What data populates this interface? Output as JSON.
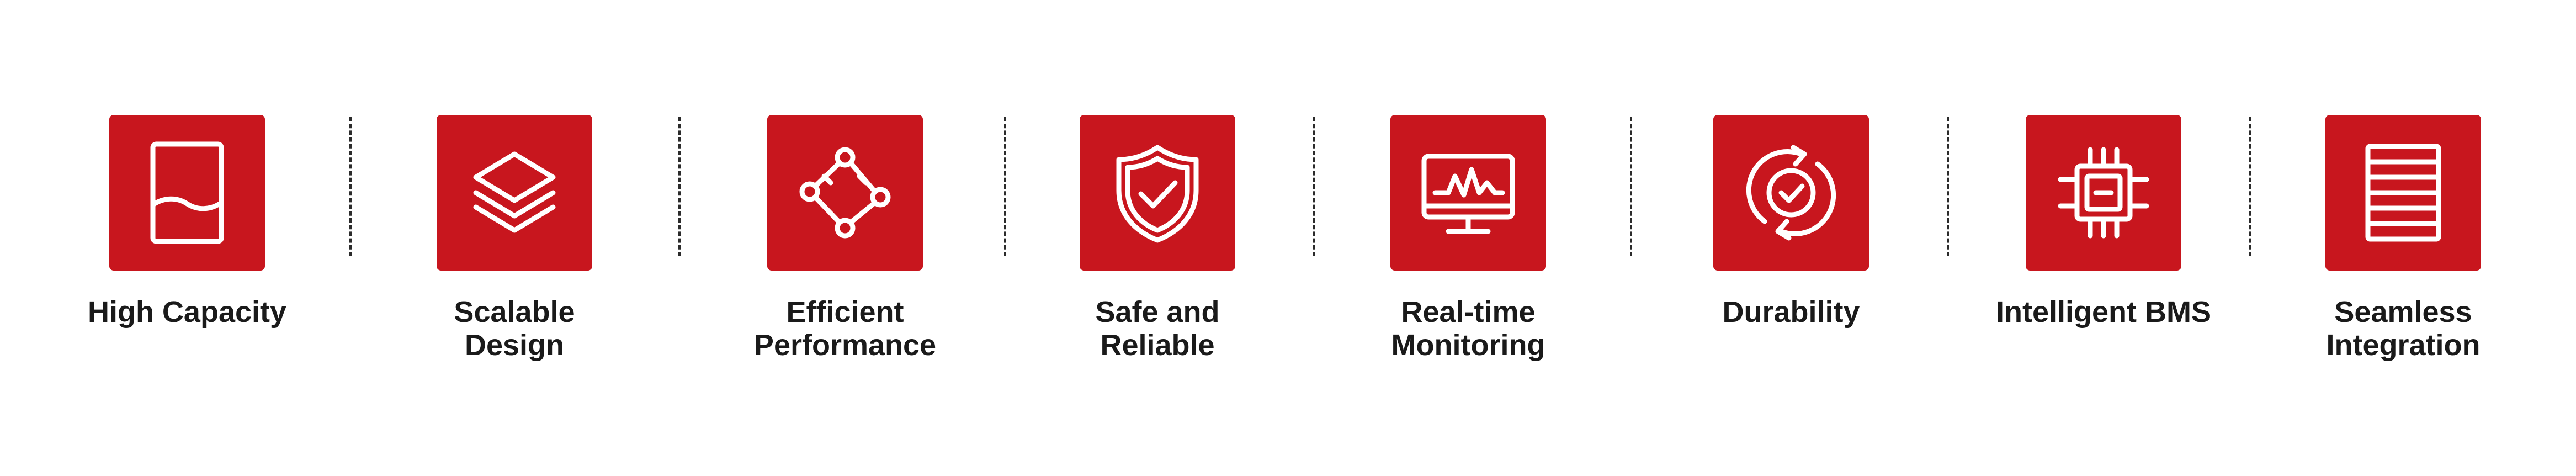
{
  "colors": {
    "accent": "#c8161e",
    "icon_stroke": "#ffffff",
    "label_text": "#1a1a1a",
    "divider": "#2b2b2b"
  },
  "features": [
    {
      "label": "High Capacity",
      "icon": "battery-capacity-icon"
    },
    {
      "label": "Scalable\nDesign",
      "icon": "stacked-layers-icon"
    },
    {
      "label": "Efficient\nPerformance",
      "icon": "node-network-icon"
    },
    {
      "label": "Safe and\nReliable",
      "icon": "shield-check-icon"
    },
    {
      "label": "Real-time\nMonitoring",
      "icon": "monitor-pulse-icon"
    },
    {
      "label": "Durability",
      "icon": "cycle-check-icon"
    },
    {
      "label": "Intelligent BMS",
      "icon": "chip-icon"
    },
    {
      "label": "Seamless\nIntegration",
      "icon": "rack-module-icon"
    }
  ]
}
